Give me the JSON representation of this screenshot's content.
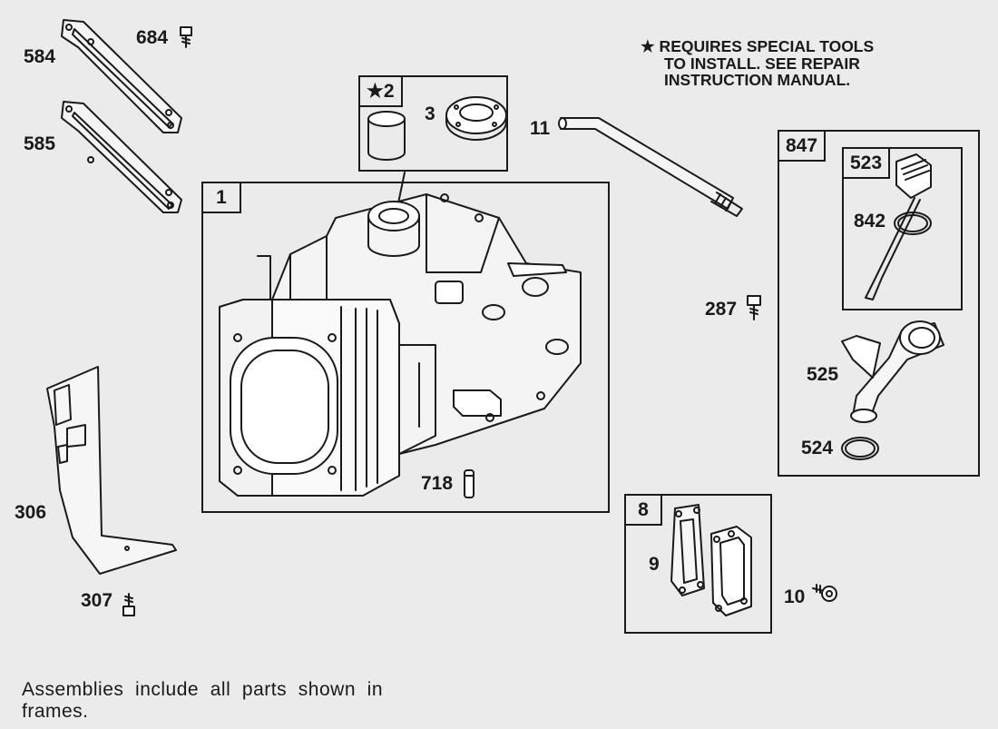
{
  "labels": {
    "p684": "684",
    "p584": "584",
    "p585": "585",
    "p3": "3",
    "p11": "11",
    "p287": "287",
    "p842": "842",
    "p525": "525",
    "p524": "524",
    "p718": "718",
    "p306": "306",
    "p307": "307",
    "p9": "9",
    "p10": "10"
  },
  "frames": {
    "f2": "★2",
    "f1": "1",
    "f847": "847",
    "f523": "523",
    "f8": "8"
  },
  "note": {
    "line1": "★ REQUIRES SPECIAL TOOLS",
    "line2": "TO INSTALL.  SEE REPAIR",
    "line3": "INSTRUCTION MANUAL."
  },
  "footer": {
    "line1": "Assemblies  include  all  parts  shown  in",
    "line2": "frames."
  }
}
